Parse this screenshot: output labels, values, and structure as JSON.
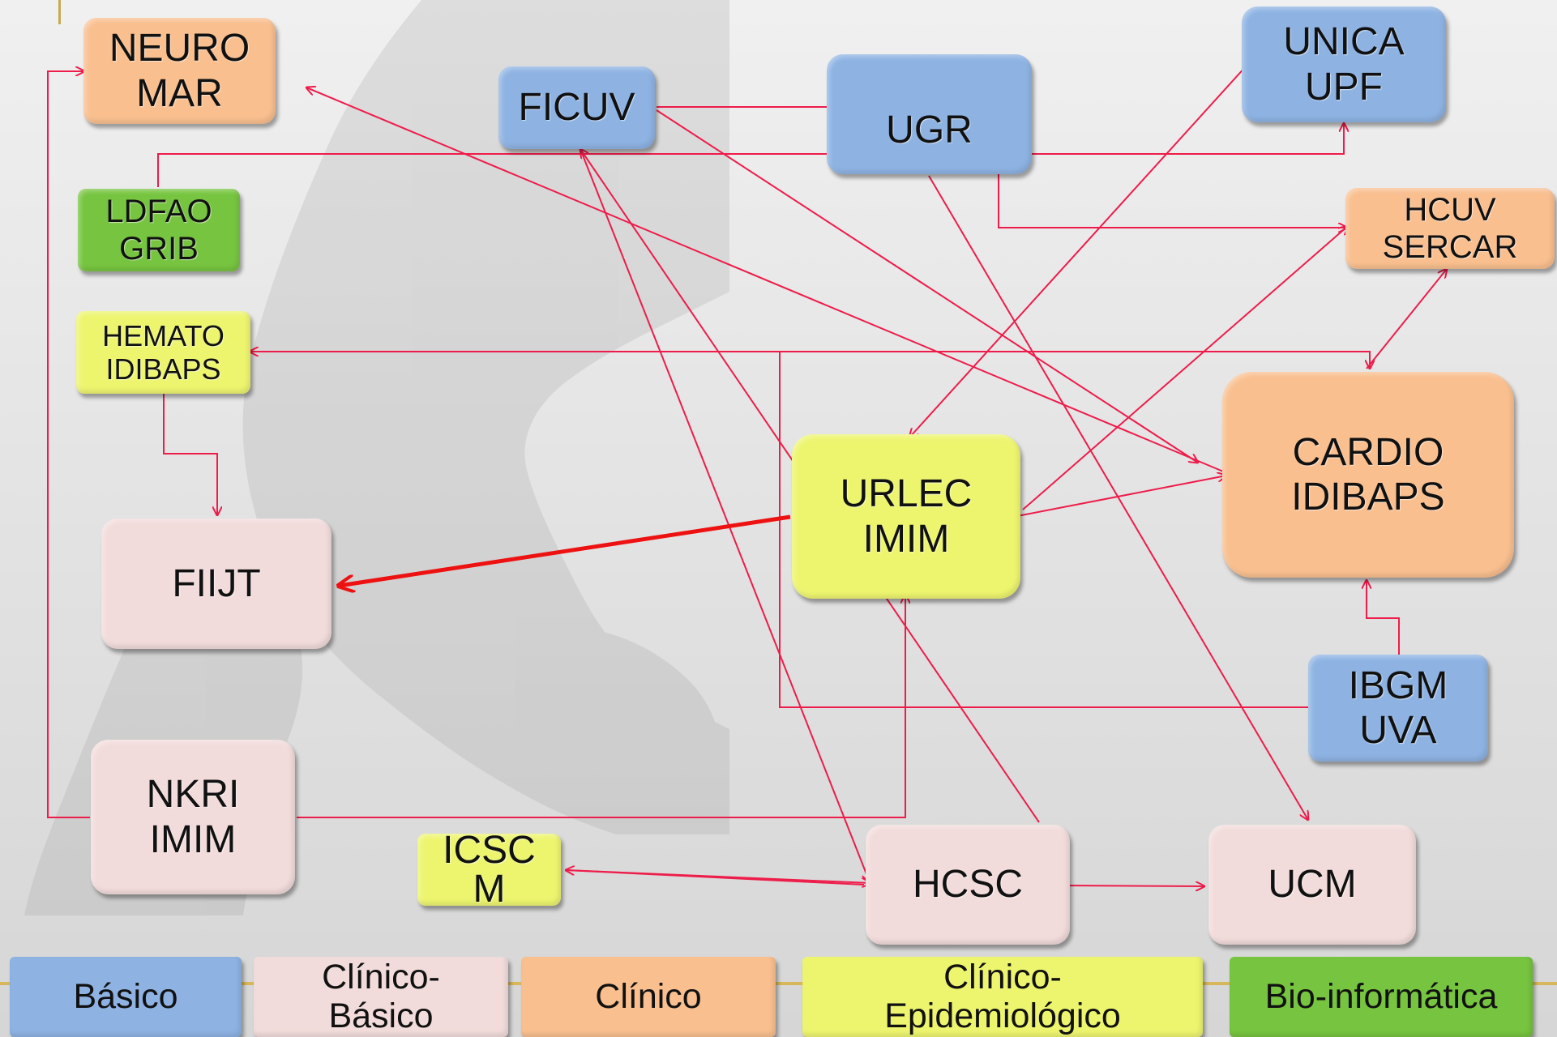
{
  "legend": [
    {
      "id": "basico",
      "label_lines": [
        "Básico"
      ],
      "color": "#8eb3e3"
    },
    {
      "id": "clinico-basico",
      "label_lines": [
        "Clínico-",
        "Básico"
      ],
      "color": "#f2dcdb"
    },
    {
      "id": "clinico",
      "label_lines": [
        "Clínico"
      ],
      "color": "#f9bf8f"
    },
    {
      "id": "clinico-epidemiologico",
      "label_lines": [
        "Clínico-",
        "Epidemiológico"
      ],
      "color": "#edf56f"
    },
    {
      "id": "bioinformatica",
      "label_lines": [
        "Bio-informática"
      ],
      "color": "#76c43f"
    }
  ],
  "nodes": [
    {
      "id": "neuromar",
      "lines": [
        "NEURO",
        "MAR"
      ],
      "category": "clinico"
    },
    {
      "id": "ficuv",
      "lines": [
        "FICUV"
      ],
      "category": "basico"
    },
    {
      "id": "ugr",
      "lines": [
        "UGR"
      ],
      "category": "basico"
    },
    {
      "id": "unicaupf",
      "lines": [
        "UNICA",
        "UPF"
      ],
      "category": "basico"
    },
    {
      "id": "ldfaogrib",
      "lines": [
        "LDFAO",
        "GRIB"
      ],
      "category": "bioinformatica"
    },
    {
      "id": "hcuvsercar",
      "lines": [
        "HCUV",
        "SERCAR"
      ],
      "category": "clinico"
    },
    {
      "id": "hematoidibaps",
      "lines": [
        "HEMATO",
        "IDIBAPS"
      ],
      "category": "clinico-epidemiologico"
    },
    {
      "id": "cardioidibaps",
      "lines": [
        "CARDIO",
        "IDIBAPS"
      ],
      "category": "clinico"
    },
    {
      "id": "urlecimim",
      "lines": [
        "URLEC",
        "IMIM"
      ],
      "category": "clinico-epidemiologico"
    },
    {
      "id": "fiijt",
      "lines": [
        "FIIJT"
      ],
      "category": "clinico-basico"
    },
    {
      "id": "ibgmuva",
      "lines": [
        "IBGM",
        "UVA"
      ],
      "category": "basico"
    },
    {
      "id": "nkriimim",
      "lines": [
        "NKRI",
        "IMIM"
      ],
      "category": "clinico-basico"
    },
    {
      "id": "icscm",
      "lines": [
        "ICSC",
        "M"
      ],
      "category": "clinico-epidemiologico"
    },
    {
      "id": "hcsc",
      "lines": [
        "HCSC"
      ],
      "category": "clinico-basico"
    },
    {
      "id": "ucm",
      "lines": [
        "UCM"
      ],
      "category": "clinico-basico"
    }
  ],
  "edges": [
    {
      "from": "ficuv",
      "to": "hcuvsercar"
    },
    {
      "from": "ficuv",
      "to": "cardioidibaps"
    },
    {
      "from": "ficuv",
      "to": "hcsc"
    },
    {
      "from": "hcsc",
      "to": "ficuv"
    },
    {
      "from": "ldfaogrib",
      "to": "unicaupf"
    },
    {
      "from": "unicaupf",
      "to": "urlecimim"
    },
    {
      "from": "cardioidibaps",
      "to": "neuromar"
    },
    {
      "from": "ugr",
      "to": "ucm"
    },
    {
      "from": "ibgmuva",
      "to": "hematoidibaps"
    },
    {
      "from": "ibgmuva",
      "to": "cardioidibaps"
    },
    {
      "from": "hematoidibaps",
      "to": "fiijt"
    },
    {
      "from": "cardioidibaps",
      "to": "hcuvsercar"
    },
    {
      "from": "urlecimim",
      "to": "hcuvsercar"
    },
    {
      "from": "urlecimim",
      "to": "cardioidibaps"
    },
    {
      "from": "urlecimim",
      "to": "fiijt",
      "emphasis": "thick"
    },
    {
      "from": "nkriimim",
      "to": "neuromar"
    },
    {
      "from": "nkriimim",
      "to": "urlecimim"
    },
    {
      "from": "hcsc",
      "to": "icscm"
    },
    {
      "from": "icscm",
      "to": "hcsc"
    },
    {
      "from": "hcsc",
      "to": "ucm"
    }
  ],
  "colors": {
    "edge": "#ee1c4a",
    "edge_emphasis": "#ee1111",
    "accent_line": "#d8b75a"
  }
}
